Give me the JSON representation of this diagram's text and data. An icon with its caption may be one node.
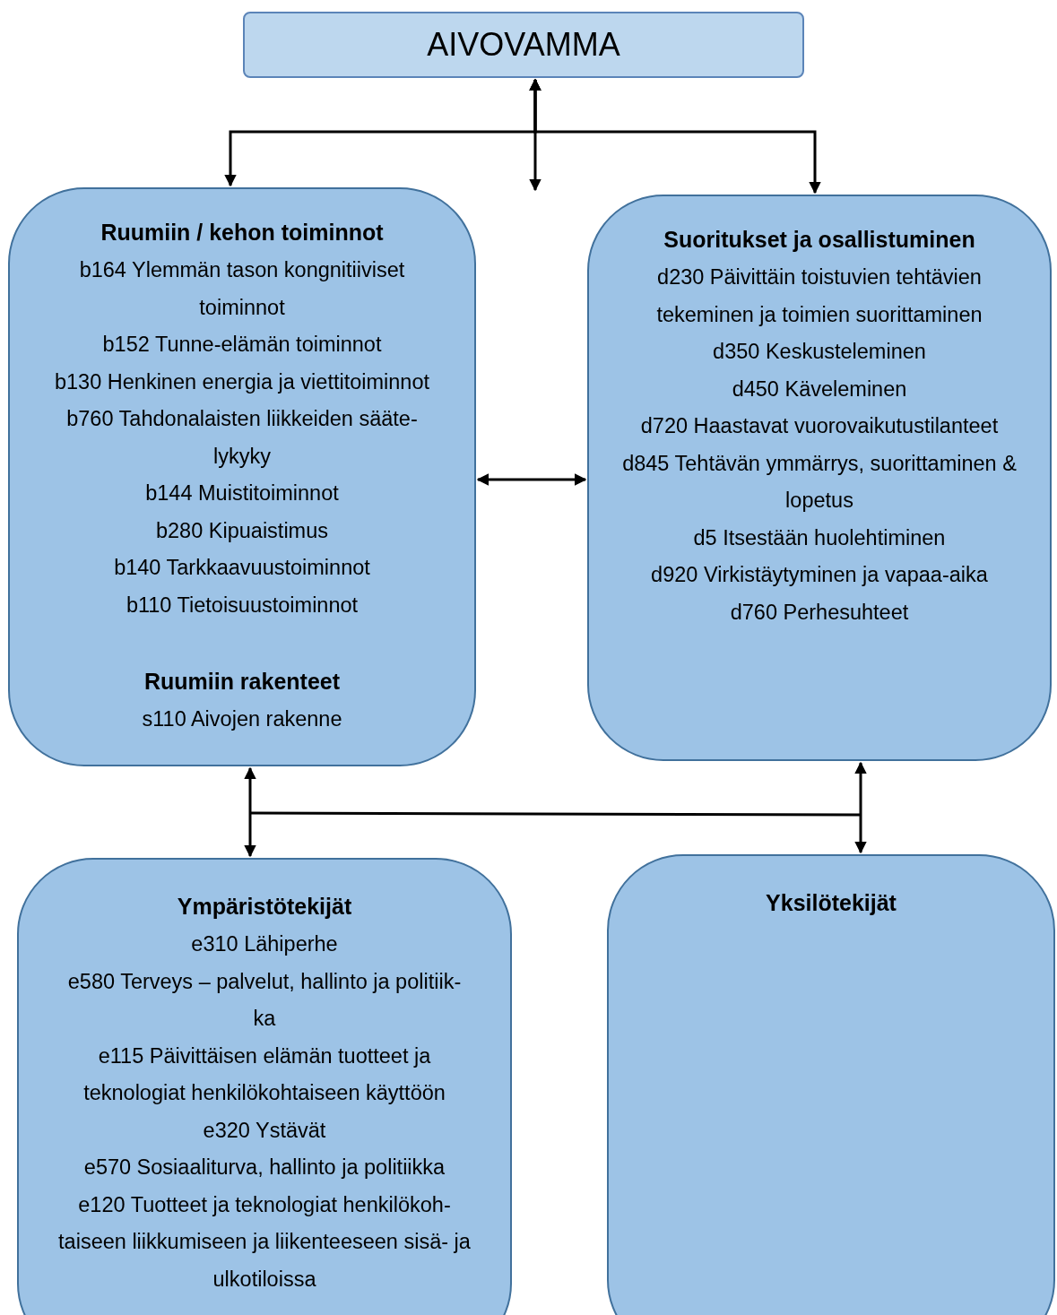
{
  "diagram": {
    "nodes": [
      {
        "text": [
          "AIVOVAMMA"
        ]
      },
      {
        "text": [
          "Ruumiin / kehon toiminnot",
          "b164 Ylemmän tason kongnitiiviset toiminnot",
          "b152 Tunne-elämän toiminnot",
          "b130 Henkinen energia ja viettitoiminnot",
          "b760 Tahdonalaisten liikkeiden sääte- lykyky",
          "b144 Muistitoiminnot",
          "b280 Kipuaistimus",
          "b140 Tarkkaavuustoiminnot",
          "b110 Tietoisuustoiminnot",
          "Ruumiin rakenteet",
          "s110 Aivojen rakenne"
        ]
      },
      {
        "text": [
          "Suoritukset ja osallistuminen",
          "d230 Päivittäin toistuvien tehtävien tekeminen ja toimien suorittaminen",
          "d350 Keskusteleminen",
          "d450 Käveleminen",
          "d720 Haastavat vuorovaikutustilanteet",
          "d845 Tehtävän ymmärrys, suorittaminen & lopetus",
          "d5 Itsestään huolehtiminen",
          "d920 Virkistäytyminen ja vapaa-aika",
          "d760 Perhesuhteet"
        ]
      },
      {
        "text": [
          "Ympäristötekijät",
          "e310 Lähiperhe",
          "e580 Terveys – palvelut, hallinto ja politiik- ka",
          "e115 Päivittäisen elämän tuotteet ja teknologiat henkilökohtaiseen käyttöön",
          "e320 Ystävät",
          "e570 Sosiaaliturva, hallinto ja politiikka",
          "e120 Tuotteet ja teknologiat henkilökoh- taiseen liikkumiseen ja liikenteeseen sisä- ja ulkotiloissa"
        ]
      },
      {
        "text": [
          "Yksilötekijät"
        ]
      }
    ],
    "edges": [
      {
        "from": 0,
        "to": 1,
        "arrow": "both"
      },
      {
        "from": 0,
        "to": null,
        "arrow": "both"
      },
      {
        "from": 0,
        "to": 2,
        "arrow": "both"
      },
      {
        "from": 1,
        "to": 2,
        "arrow": "both"
      },
      {
        "from": 1,
        "to": 3,
        "arrow": "both"
      },
      {
        "from": 2,
        "to": 4,
        "arrow": "both"
      }
    ]
  }
}
